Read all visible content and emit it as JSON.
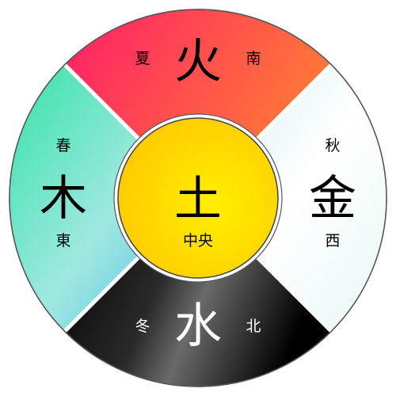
{
  "elements": {
    "fire": {
      "main": "火",
      "season": "夏",
      "direction": "南"
    },
    "wood": {
      "main": "木",
      "season": "春",
      "direction": "東"
    },
    "metal": {
      "main": "金",
      "season": "秋",
      "direction": "西"
    },
    "water": {
      "main": "水",
      "season": "冬",
      "direction": "北"
    },
    "earth": {
      "main": "土",
      "direction": "中央"
    }
  },
  "colors": {
    "fire": [
      "#ff2266",
      "#ff6d3a"
    ],
    "wood": [
      "#3fe0b2",
      "#5fc4e6"
    ],
    "metal": [
      "#e2f4f4",
      "#ffffff"
    ],
    "water": [
      "#000000",
      "#5a5a5a"
    ],
    "earth": [
      "#ffcc00",
      "#ffe800"
    ]
  }
}
